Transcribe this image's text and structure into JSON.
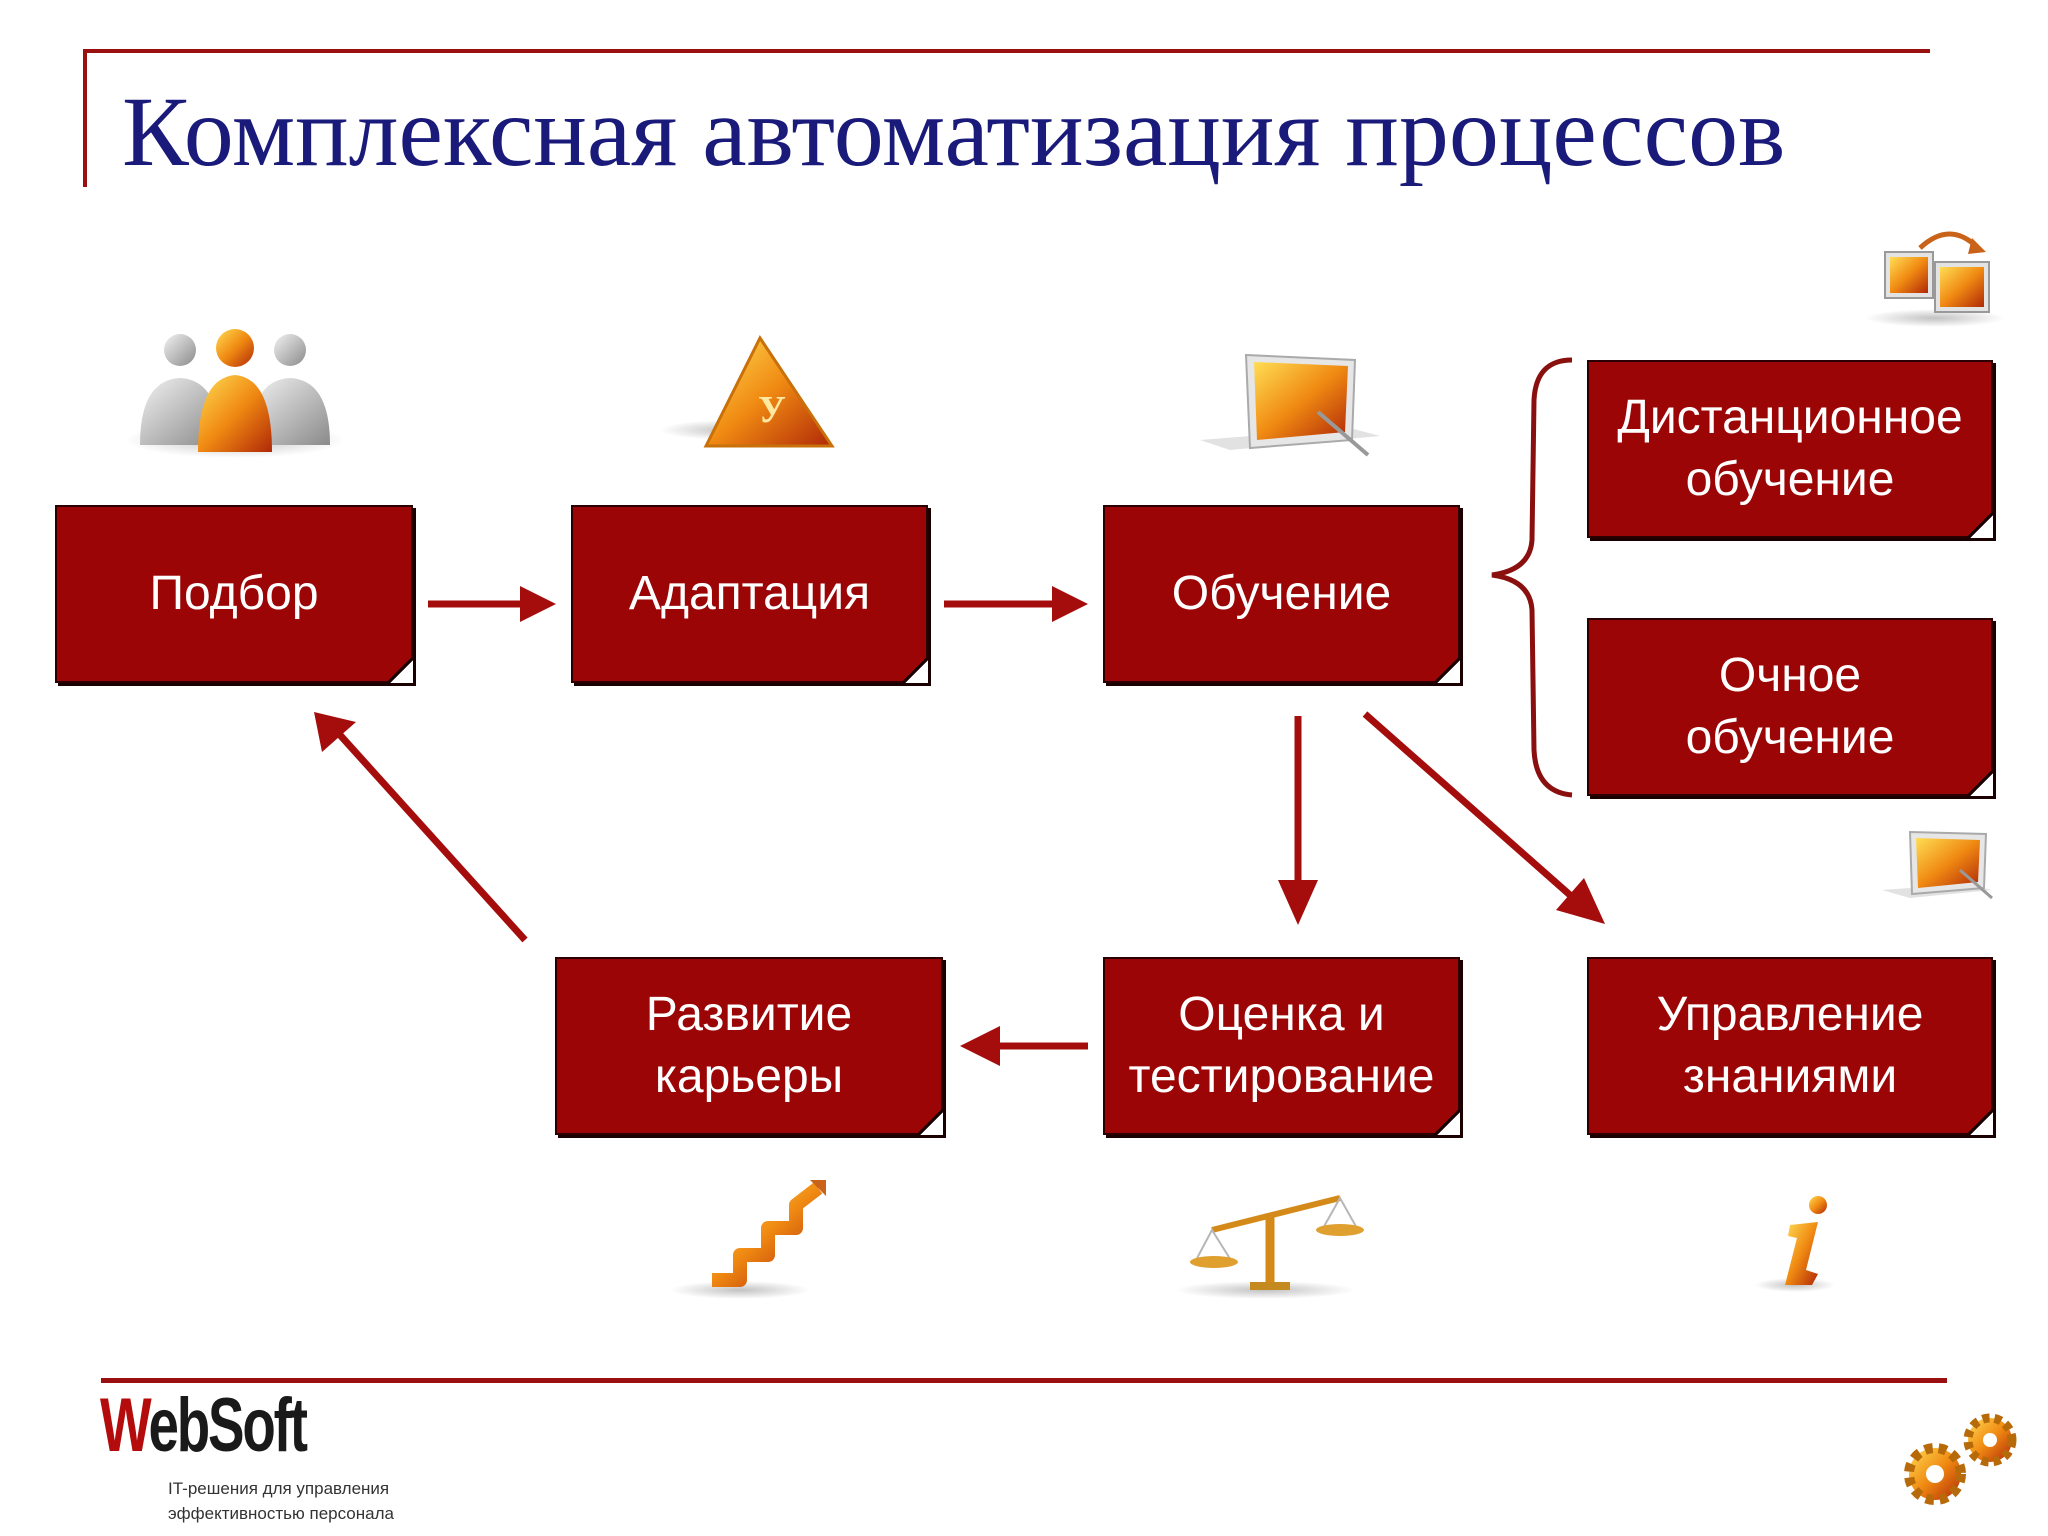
{
  "slide": {
    "title": "Комплексная автоматизация процессов"
  },
  "boxes": {
    "podbor": "Подбор",
    "adaptaciya": "Адаптация",
    "obuchenie": "Обучение",
    "distancionnoe": "Дистанционное\nобучение",
    "ochnoe": "Очное\nобучение",
    "razvitie": "Развитие\nкарьеры",
    "ocenka": "Оценка и\nтестирование",
    "upravlenie": "Управление\nзнаниями"
  },
  "logo": {
    "brand_w": "W",
    "brand_rest": "ebSoft",
    "tagline_line1": "IT-решения для управления",
    "tagline_line2": "эффективностью персонала"
  },
  "icons": {
    "people": "people-group-icon",
    "warning": "warning-triangle-icon",
    "board": "presentation-board-icon",
    "computers": "networked-computers-icon",
    "board_small": "presentation-board-small-icon",
    "stairs": "growth-stairs-icon",
    "scales": "scales-icon",
    "info": "info-icon",
    "gears": "gears-icon"
  },
  "colors": {
    "box_fill": "#9b0505",
    "accent_line": "#9a0f0f",
    "title": "#1a1a7a",
    "arrow": "#a50d0d"
  }
}
